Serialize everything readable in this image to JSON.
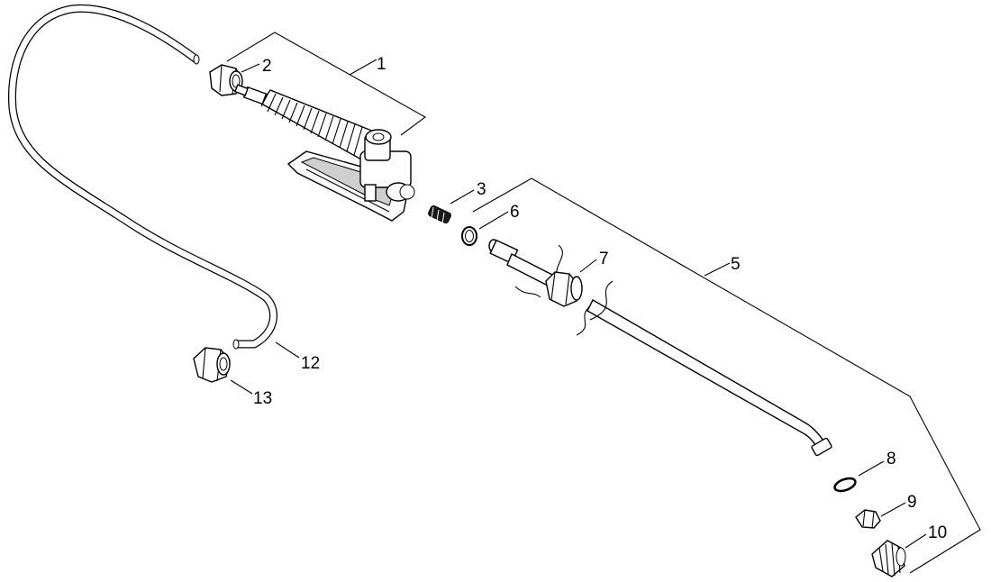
{
  "diagram": {
    "type": "exploded-parts-view",
    "callouts": [
      {
        "id": "c1",
        "label": "1"
      },
      {
        "id": "c2",
        "label": "2"
      },
      {
        "id": "c3",
        "label": "3"
      },
      {
        "id": "c5",
        "label": "5"
      },
      {
        "id": "c6",
        "label": "6"
      },
      {
        "id": "c7",
        "label": "7"
      },
      {
        "id": "c8",
        "label": "8"
      },
      {
        "id": "c9",
        "label": "9"
      },
      {
        "id": "c10",
        "label": "10"
      },
      {
        "id": "c12",
        "label": "12"
      },
      {
        "id": "c13",
        "label": "13"
      }
    ],
    "colors": {
      "line": "#000000",
      "background": "#ffffff",
      "fill_dark": "#1a1a1a",
      "fill_gray": "#cfcfcf"
    }
  }
}
